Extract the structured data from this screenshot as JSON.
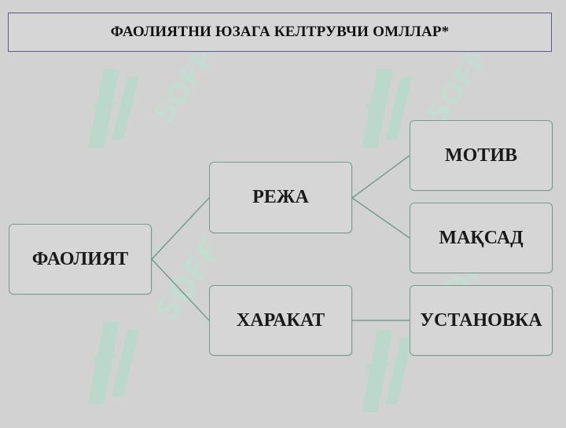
{
  "title": "ФАОЛИЯТНИ ЮЗАГА КЕЛТРУВЧИ ОМЛЛАР*",
  "nodes": {
    "root": "ФАОЛИЯТ",
    "plan": "РЕЖА",
    "action": "ХАРАКАТ",
    "motive": "МОТИВ",
    "goal": "МАҚСАД",
    "attitude": "УСТАНОВКА"
  },
  "watermark": {
    "text": "SOFF",
    "color": "#9fdcc3"
  },
  "colors": {
    "background": "#d2d2d2",
    "node_border": "#6f9f8f",
    "title_border": "#5a5a8c",
    "connector": "#6f9f8f"
  }
}
